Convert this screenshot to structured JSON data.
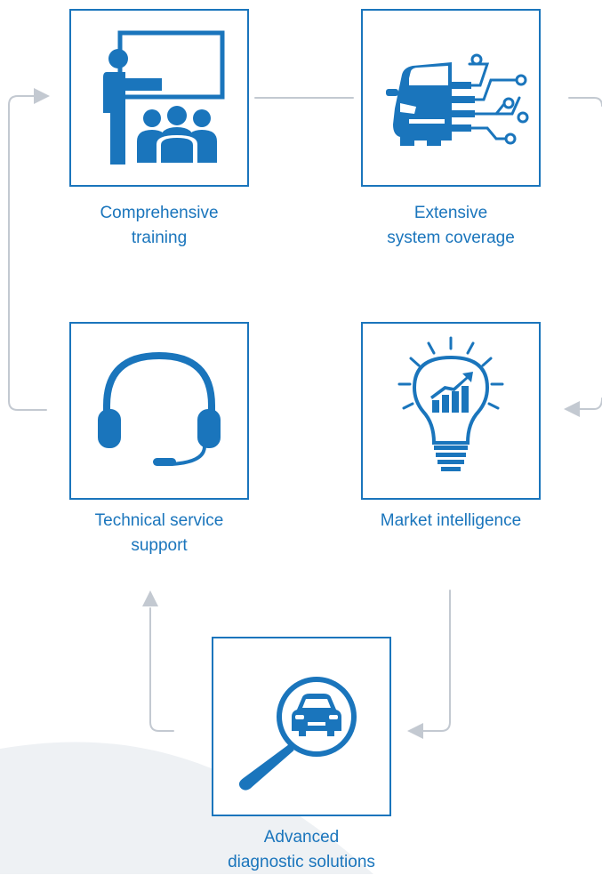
{
  "colors": {
    "accent": "#1a75bc",
    "connector": "#c3c9d1",
    "swoosh": "#eef1f4"
  },
  "cycle": [
    {
      "id": "training",
      "icon": "presentation-training-icon",
      "label_lines": [
        "Comprehensive",
        "training"
      ]
    },
    {
      "id": "coverage",
      "icon": "car-circuit-icon",
      "label_lines": [
        "Extensive",
        "system coverage"
      ]
    },
    {
      "id": "intelligence",
      "icon": "lightbulb-chart-icon",
      "label_lines": [
        "Market intelligence"
      ]
    },
    {
      "id": "diagnostics",
      "icon": "magnifier-car-icon",
      "label_lines": [
        "Advanced",
        "diagnostic solutions"
      ]
    },
    {
      "id": "support",
      "icon": "headset-icon",
      "label_lines": [
        "Technical service",
        "support"
      ]
    }
  ]
}
